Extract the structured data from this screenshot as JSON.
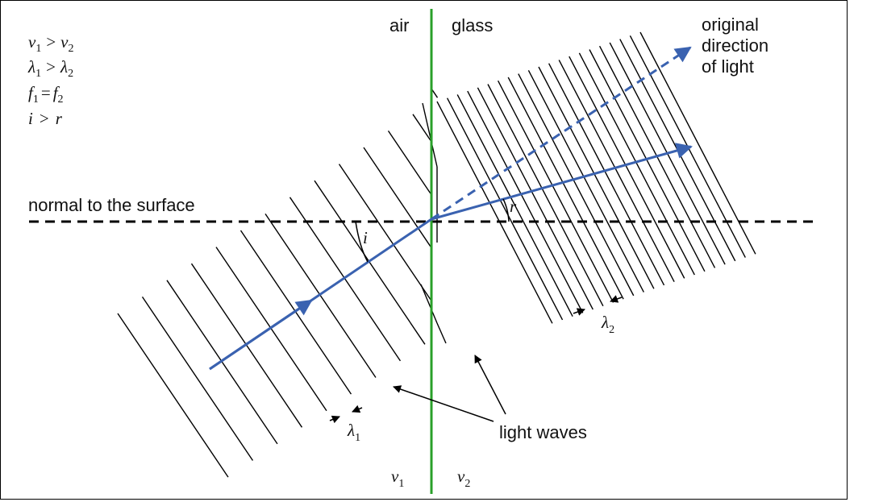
{
  "labels": {
    "air": "air",
    "glass": "glass",
    "normal": "normal to the surface",
    "original_direction": [
      "original",
      "direction",
      "of light"
    ],
    "light_waves": "light waves",
    "angle_i": "i",
    "angle_r": "r"
  },
  "relations": [
    {
      "lhs": "v",
      "lsub": "1",
      "op": ">",
      "rhs": "v",
      "rsub": "2"
    },
    {
      "lhs": "λ",
      "lsub": "1",
      "op": ">",
      "rhs": "λ",
      "rsub": "2"
    },
    {
      "lhs": "f",
      "lsub": "1",
      "op": "=",
      "rhs": "f",
      "rsub": "2"
    },
    {
      "lhs": "i",
      "lsub": "",
      "op": ">",
      "rhs": "r",
      "rsub": ""
    }
  ],
  "symbols": {
    "lambda1": {
      "sym": "λ",
      "sub": "1"
    },
    "lambda2": {
      "sym": "λ",
      "sub": "2"
    },
    "v1": {
      "sym": "v",
      "sub": "1"
    },
    "v2": {
      "sym": "v",
      "sub": "2"
    }
  },
  "colors": {
    "boundary": "#2aa02a",
    "ray": "#3a62b0",
    "wavefront": "#000000",
    "normal_line": "#000000"
  }
}
